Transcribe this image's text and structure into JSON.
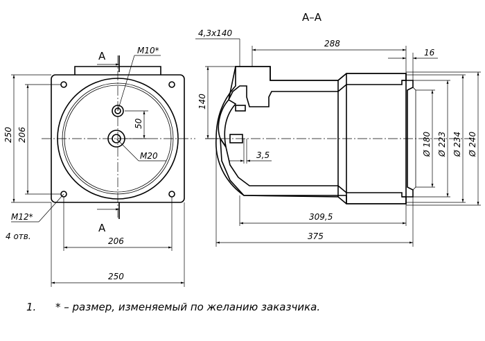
{
  "section_title": "А–А",
  "section_marks": {
    "top": "А",
    "bottom": "А"
  },
  "front_view": {
    "dim_overall_height": "250",
    "dim_hole_spacing_height": "206",
    "dim_hole_spacing_width": "206",
    "dim_overall_width": "250",
    "thread_top": "M10*",
    "thread_center": "M20",
    "dim_offset": "50",
    "mount_thread": "M12*",
    "mount_count": "4 отв."
  },
  "section_view": {
    "dim_chamfer": "4,3x140",
    "dim_length_288": "288",
    "dim_16": "16",
    "dim_140": "140",
    "dim_3_5": "3,5",
    "dim_309_5": "309,5",
    "dim_375": "375",
    "dia_180": "Ø 180",
    "dia_223": "Ø 223",
    "dia_234": "Ø 234",
    "dia_240": "Ø 240"
  },
  "notes": {
    "number": "1.",
    "text": "* – размер, изменяемый по желанию заказчика."
  }
}
